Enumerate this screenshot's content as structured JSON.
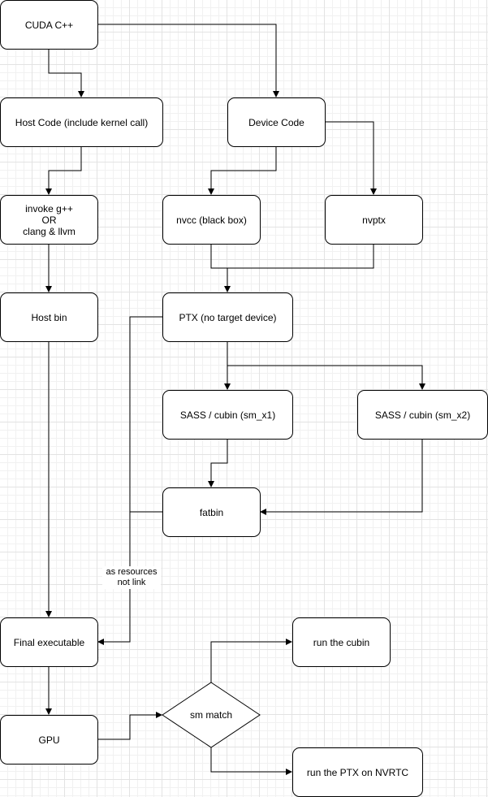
{
  "nodes": {
    "cuda": "CUDA C++",
    "host_code": "Host Code (include kernel call)",
    "device_code": "Device Code",
    "invoke": "invoke g++\nOR\nclang & llvm",
    "nvcc": "nvcc (black box)",
    "nvptx": "nvptx",
    "host_bin": "Host bin",
    "ptx": "PTX (no target device)",
    "sass1": "SASS / cubin (sm_x1)",
    "sass2": "SASS / cubin (sm_x2)",
    "fatbin": "fatbin",
    "final": "Final executable",
    "gpu": "GPU",
    "sm_match": "sm match",
    "run_cubin": "run the cubin",
    "run_ptx": "run the PTX on NVRTC"
  },
  "edge_labels": {
    "resources": "as resources\nnot link"
  },
  "colors": {
    "stroke": "#000000",
    "fill": "#ffffff",
    "grid": "#e3e3e3"
  }
}
